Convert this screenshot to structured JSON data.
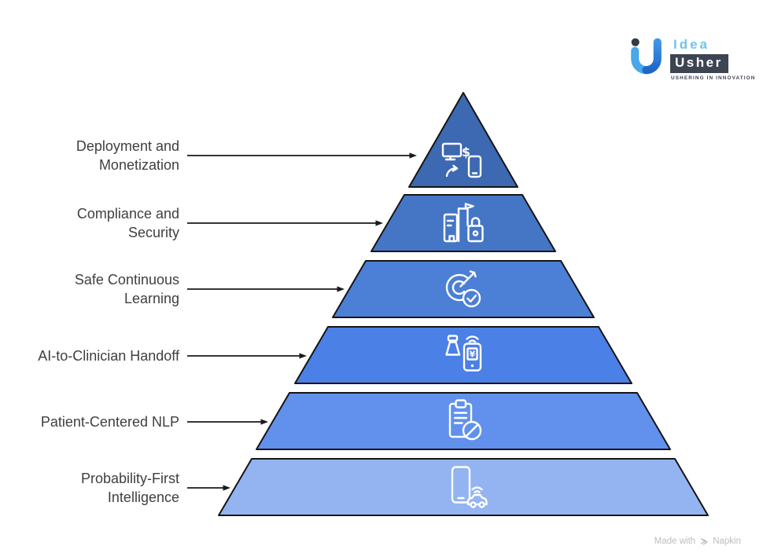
{
  "logo": {
    "brand_line1": "Idea",
    "brand_line2": "Usher",
    "tagline": "USHERING IN INNOVATION",
    "colors": {
      "mark_light_blue": "#47A7E9",
      "mark_dark_blue": "#1E66C9",
      "mark_dot": "#343B46",
      "idea_text": "#73C2E9",
      "usher_bg": "#3D4452",
      "usher_text": "#FFFFFF"
    }
  },
  "pyramid": {
    "outline_color": "#151515",
    "icon_stroke": "#FFFFFF",
    "levels": [
      {
        "label": "Deployment and Monetization",
        "label_lines": [
          "Deployment and",
          "Monetization"
        ],
        "color": "#3C69B1",
        "icon": "monitor-dollar-phone-sync-icon"
      },
      {
        "label": "Compliance and Security",
        "label_lines": [
          "Compliance and",
          "Security"
        ],
        "color": "#4576C6",
        "icon": "building-flag-lock-icon"
      },
      {
        "label": "Safe Continuous Learning",
        "label_lines": [
          "Safe Continuous",
          "Learning"
        ],
        "color": "#4C7FD6",
        "icon": "target-arrow-check-icon"
      },
      {
        "label": "AI-to-Clinician Handoff",
        "label_lines": [
          "AI-to-Clinician Handoff"
        ],
        "color": "#4B80E6",
        "icon": "bell-phone-wifi-icon"
      },
      {
        "label": "Patient-Centered NLP",
        "label_lines": [
          "Patient-Centered NLP"
        ],
        "color": "#6191EC",
        "icon": "clipboard-block-icon"
      },
      {
        "label": "Probability-First Intelligence",
        "label_lines": [
          "Probability-First",
          "Intelligence"
        ],
        "color": "#93B4F1",
        "icon": "phone-car-wifi-icon"
      }
    ],
    "glyphs": {
      "dollar": "$",
      "yen": "¥"
    }
  },
  "labels_color": "#3F3F3F",
  "arrow_color": "#1A1A1A",
  "footer": {
    "made_with": "Made with",
    "brand": "Napkin",
    "color": "#BDBDBD",
    "icon": "napkin-logo-icon"
  }
}
